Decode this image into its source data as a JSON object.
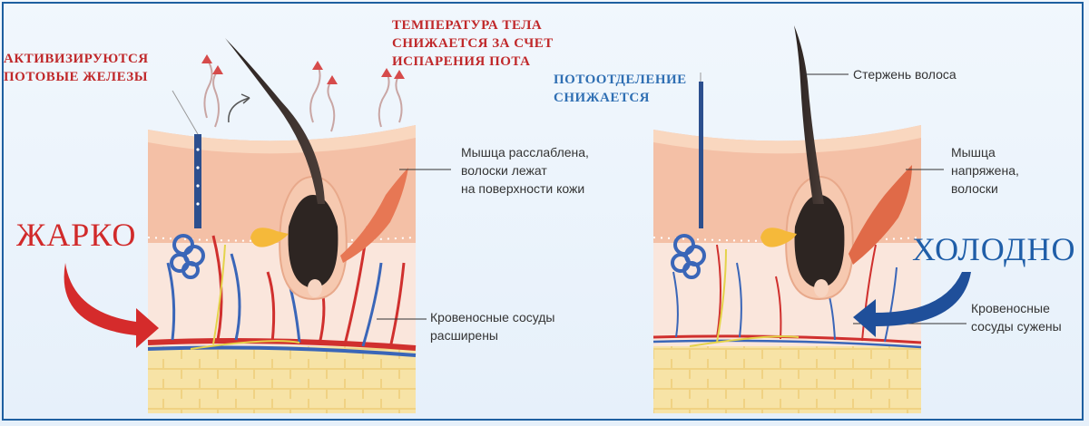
{
  "hot": {
    "state_label": "ЖАРКО",
    "glands_label": [
      "АКТИВИЗИРУЮТСЯ",
      "ПОТОВЫЕ ЖЕЛЕЗЫ"
    ],
    "temperature_label": [
      "ТЕМПЕРАТУРА ТЕЛА",
      "СНИЖАЕТСЯ ЗА СЧЕТ",
      "ИСПАРЕНИЯ ПОТА"
    ],
    "muscle_label": [
      "Мышца расслаблена,",
      "волоски лежат",
      "на поверхности кожи"
    ],
    "vessels_label": [
      "Кровеносные сосуды",
      "расширены"
    ]
  },
  "cold": {
    "state_label": "ХОЛОДНО",
    "sweat_label": [
      "ПОТООТДЕЛЕНИЕ",
      "СНИЖАЕТСЯ"
    ],
    "hair_label": "Стержень волоса",
    "muscle_label": [
      "Мышца",
      "напряжена,",
      "волоски"
    ],
    "vessels_label": [
      "Кровеносные",
      "сосуды сужены"
    ]
  },
  "colors": {
    "hot_accent": "#d12a2a",
    "cold_accent": "#1f5ea8",
    "fat": "#f7e3a6",
    "skin": "#f4c3ab",
    "dermis": "#f8e1d6"
  }
}
